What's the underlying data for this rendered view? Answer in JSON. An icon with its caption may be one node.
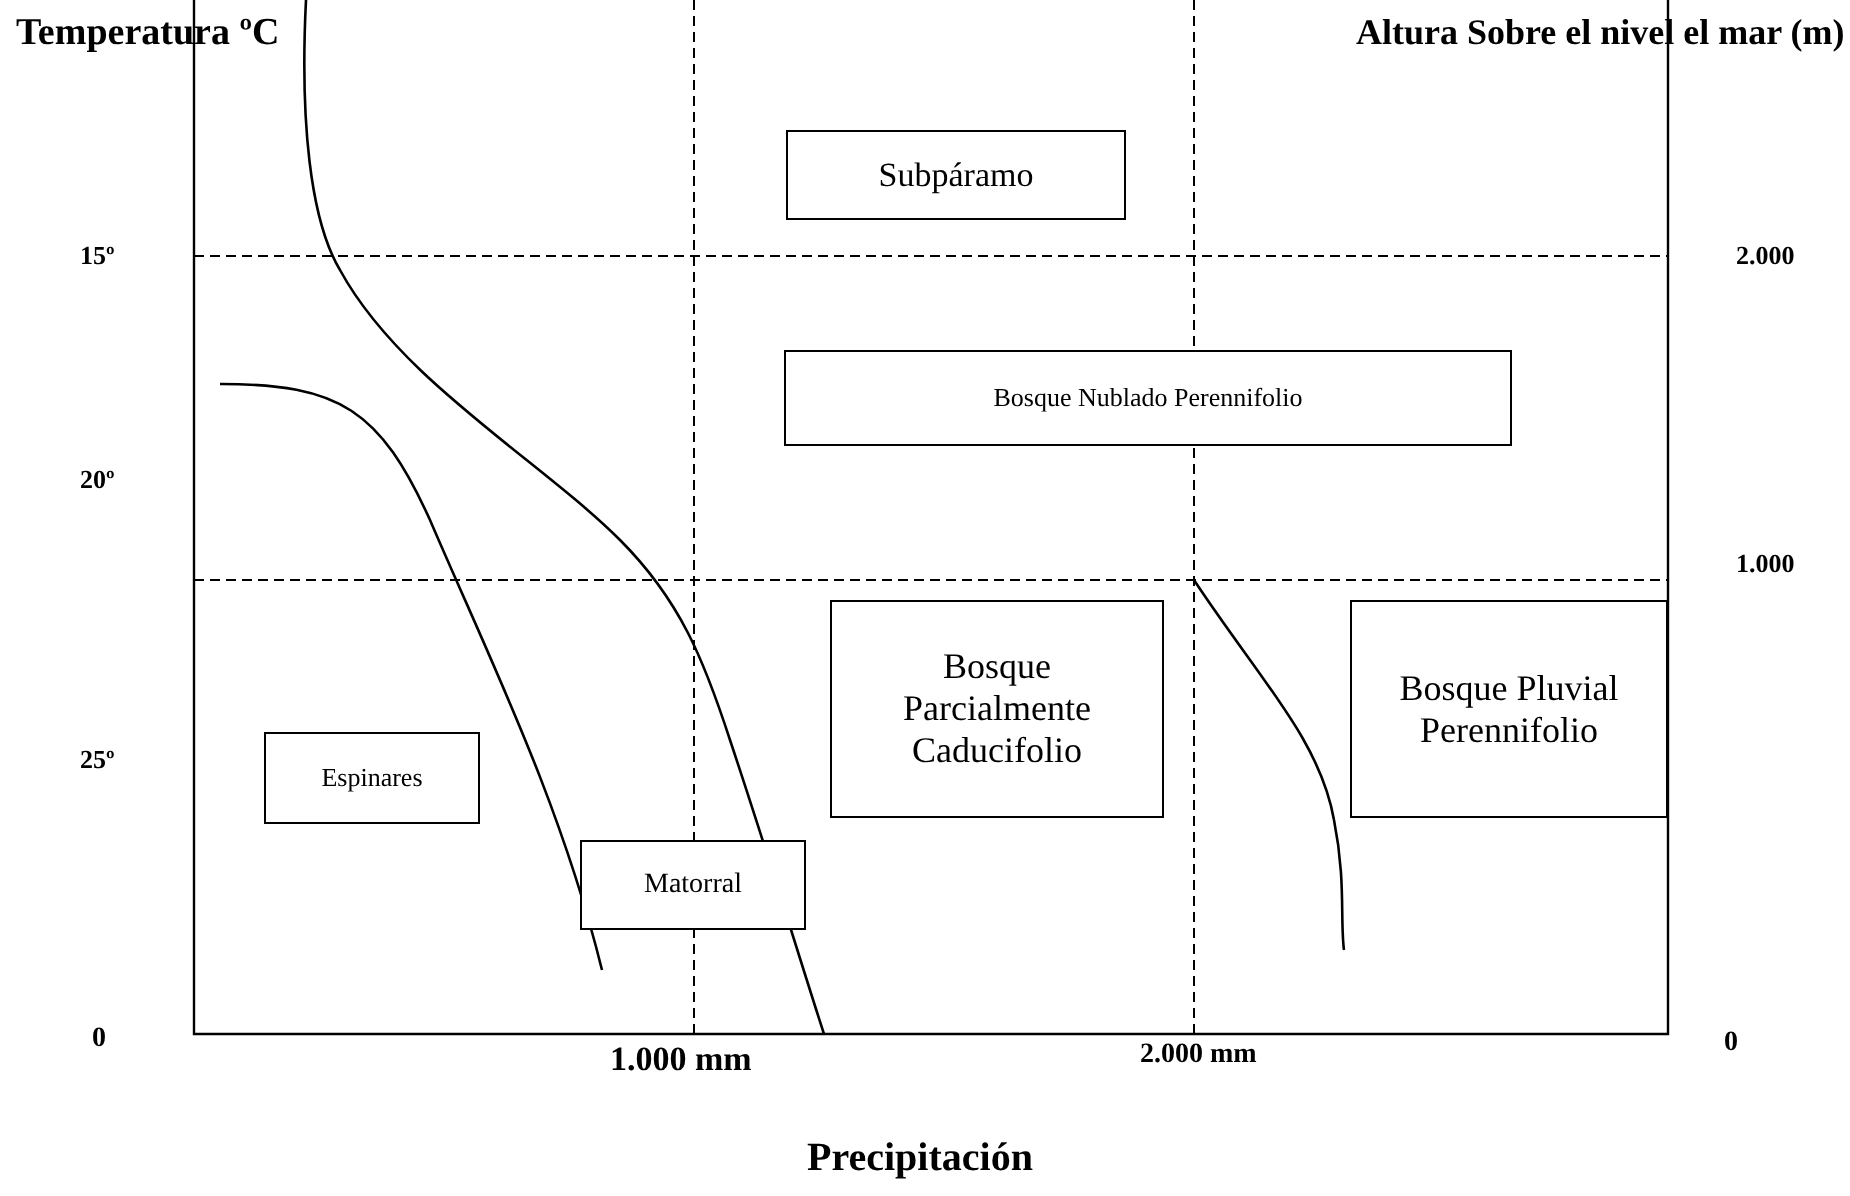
{
  "diagram": {
    "nodes": [
      {
        "text": [
          "Subpáramo"
        ]
      },
      {
        "text": [
          "Bosque Nublado Perennifolio"
        ]
      },
      {
        "text": [
          "Bosque Parcialmente Caducifolio"
        ]
      },
      {
        "text": [
          "Bosque Pluvial Perennifolio"
        ]
      },
      {
        "text": [
          "Espinares"
        ]
      },
      {
        "text": [
          "Matorral"
        ]
      }
    ],
    "edges": [],
    "labels": [
      "Temperatura ºC",
      "Altura Sobre el nivel el mar (m)",
      "15º",
      "2.000",
      "20º",
      "1.000",
      "25º",
      "0",
      "1.000 mm",
      "2.000 mm",
      "0",
      "Precipitación"
    ]
  }
}
